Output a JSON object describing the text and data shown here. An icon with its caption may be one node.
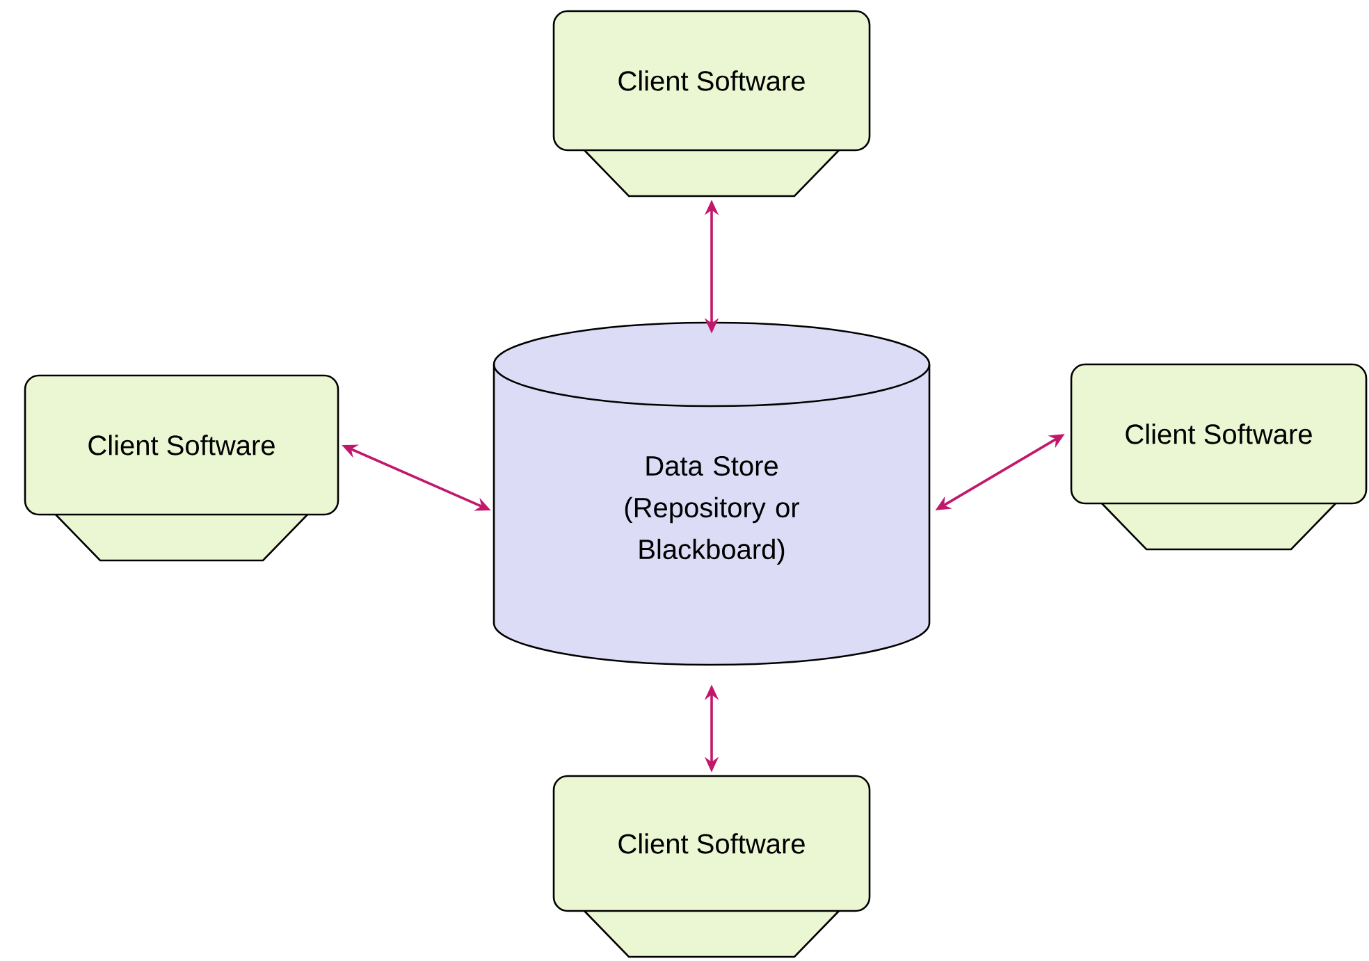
{
  "diagram": {
    "nodes": [
      {
        "text": [
          "Client Software"
        ]
      },
      {
        "text": [
          "Client Software"
        ]
      },
      {
        "text": [
          "Data Store (Repository or Blackboard)"
        ]
      },
      {
        "text": [
          "Client Software"
        ]
      },
      {
        "text": [
          "Client Software"
        ]
      }
    ],
    "edges": [
      {
        "from": 0,
        "to": 2,
        "arrow": "both"
      },
      {
        "from": 1,
        "to": 2,
        "arrow": "both"
      },
      {
        "from": 3,
        "to": 2,
        "arrow": "both"
      },
      {
        "from": 4,
        "to": 2,
        "arrow": "both"
      }
    ]
  }
}
